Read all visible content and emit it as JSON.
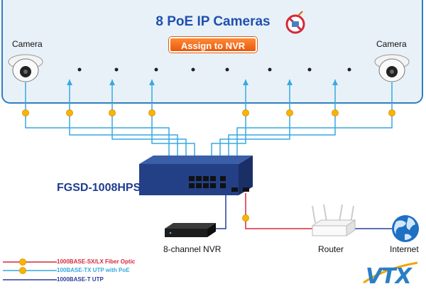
{
  "title": "8 PoE IP Cameras",
  "assign_button": "Assign to NVR",
  "camera_left_label": "Camera",
  "camera_right_label": "Camera",
  "switch_model": "FGSD-1008HPS",
  "nvr_label": "8-channel NVR",
  "router_label": "Router",
  "internet_label": "Internet",
  "legend": [
    {
      "label": "1000BASE-SX/LX Fiber Optic",
      "color": "#d62839"
    },
    {
      "label": "100BASE-TX UTP with PoE",
      "color": "#36a9e1"
    },
    {
      "label": "1000BASE-T UTP",
      "color": "#2a3e9a"
    }
  ],
  "logo_text": "VTX",
  "colors": {
    "fiber": "#d62839",
    "poe": "#36a9e1",
    "utp": "#2a3e9a",
    "accent": "#e85a08"
  }
}
